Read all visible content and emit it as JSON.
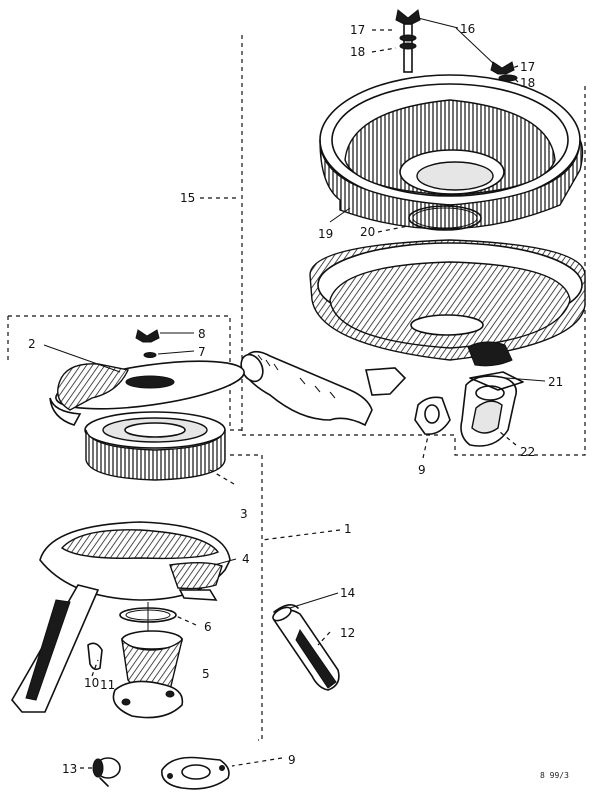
{
  "drawing": {
    "callouts": [
      "1",
      "2",
      "3",
      "4",
      "5",
      "6",
      "7",
      "8",
      "9",
      "10",
      "11",
      "12",
      "13",
      "14",
      "15",
      "16",
      "17",
      "18",
      "19",
      "20",
      "21",
      "22"
    ],
    "code": "8 99/3"
  },
  "labels": {
    "l1": "1",
    "l2": "2",
    "l3": "3",
    "l4": "4",
    "l5": "5",
    "l6": "6",
    "l7": "7",
    "l8": "8",
    "l9a": "9",
    "l9b": "9",
    "l10": "10",
    "l11": "11",
    "l12": "12",
    "l13": "13",
    "l14": "14",
    "l15": "15",
    "l16": "16",
    "l17a": "17",
    "l17b": "17",
    "l18a": "18",
    "l18b": "18",
    "l19": "19",
    "l20": "20",
    "l21": "21",
    "l22": "22"
  }
}
